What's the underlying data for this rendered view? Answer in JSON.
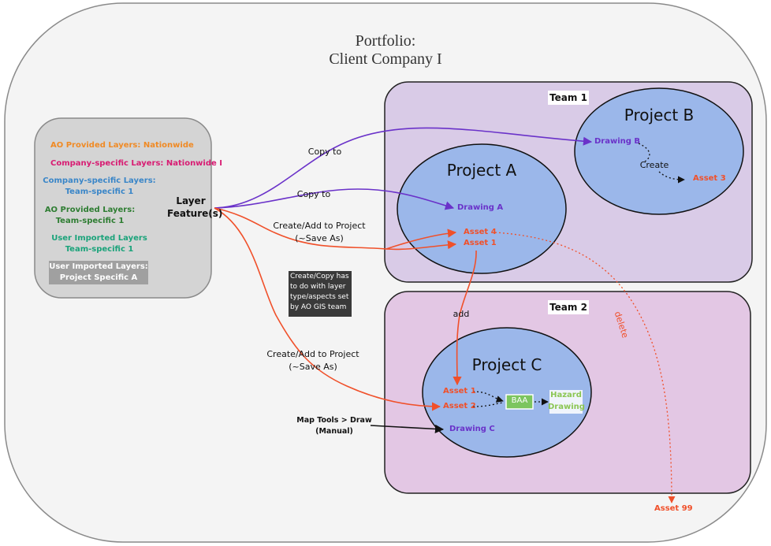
{
  "portfolio": {
    "title_line1": "Portfolio:",
    "title_line2": "Client Company I"
  },
  "layer_panel": {
    "items": [
      {
        "text": "AO Provided Layers: Nationwide",
        "color": "#f08a24"
      },
      {
        "text": "Company-specific Layers: Nationwide I",
        "color": "#d81b72"
      },
      {
        "line1": "Company-specific Layers:",
        "line2": "Team-specific 1",
        "color": "#3a86c8"
      },
      {
        "line1": "AO Provided Layers:",
        "line2": "Team-specific 1",
        "color": "#2e7d32"
      },
      {
        "line1": "User Imported Layers",
        "line2": "Team-specific 1",
        "color": "#1aa37a"
      },
      {
        "line1": "User Imported Layers:",
        "line2": "Project Specific A",
        "color": "#ffffff",
        "background": "#a0a0a0"
      }
    ],
    "feature_label_line1": "Layer",
    "feature_label_line2": "Feature(s)"
  },
  "teams": {
    "team1": "Team 1",
    "team2": "Team 2"
  },
  "projects": {
    "a": "Project A",
    "b": "Project B",
    "c": "Project C"
  },
  "nodes": {
    "drawing_a": "Drawing A",
    "drawing_b": "Drawing B",
    "drawing_c": "Drawing C",
    "asset_1_a": "Asset 1",
    "asset_4": "Asset 4",
    "asset_3": "Asset 3",
    "asset_1_c": "Asset 1",
    "asset_2": "Asset 2",
    "asset_99": "Asset 99",
    "baa": "BAA",
    "hazard_line1": "Hazard",
    "hazard_line2": "Drawing"
  },
  "edge_labels": {
    "copy_to_b": "Copy to",
    "copy_to_a": "Copy to",
    "create_add_1_line1": "Create/Add to Project",
    "create_add_1_line2": "(~Save As)",
    "create_add_2_line1": "Create/Add to Project",
    "create_add_2_line2": "(~Save As)",
    "create": "Create",
    "add": "add",
    "delete": "delete",
    "map_tools_line1": "Map Tools > Draw",
    "map_tools_line2": "(Manual)"
  },
  "note": {
    "lines": [
      "Create/Copy has",
      "to do with layer",
      "type/aspects set",
      "by AO GIS team"
    ]
  },
  "colors": {
    "purple": "#6a32c9",
    "orange_red": "#f0502a",
    "team1_fill": "#d9cbe7",
    "team2_fill": "#e3c7e4",
    "project_fill": "#9bb7ea",
    "panel_fill": "#d4d4d4",
    "portfolio_fill": "#f4f4f4",
    "baa_fill": "#7cc55e",
    "hazard_text": "#8bc653"
  }
}
